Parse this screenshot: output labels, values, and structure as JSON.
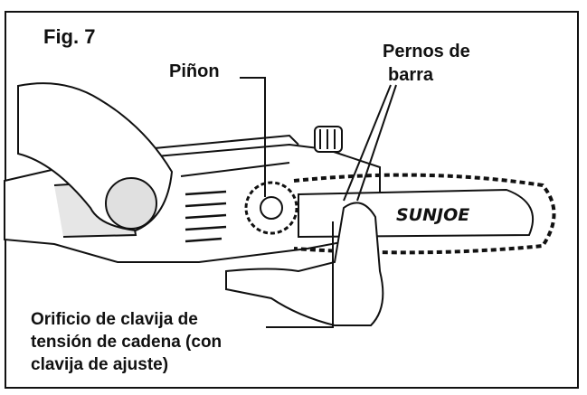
{
  "figure": {
    "title": "Fig. 7",
    "brand_on_bar": "SUNJOE"
  },
  "callouts": {
    "sprocket": "Piñon",
    "bar_bolts": [
      "Pernos de",
      "barra"
    ],
    "tension_hole": [
      "Orificio de clavija de",
      "tensión de cadena (con",
      "clavija de ajuste)"
    ]
  },
  "colors": {
    "ink": "#111111",
    "paper": "#ffffff",
    "shade": "#d9d9d9"
  }
}
